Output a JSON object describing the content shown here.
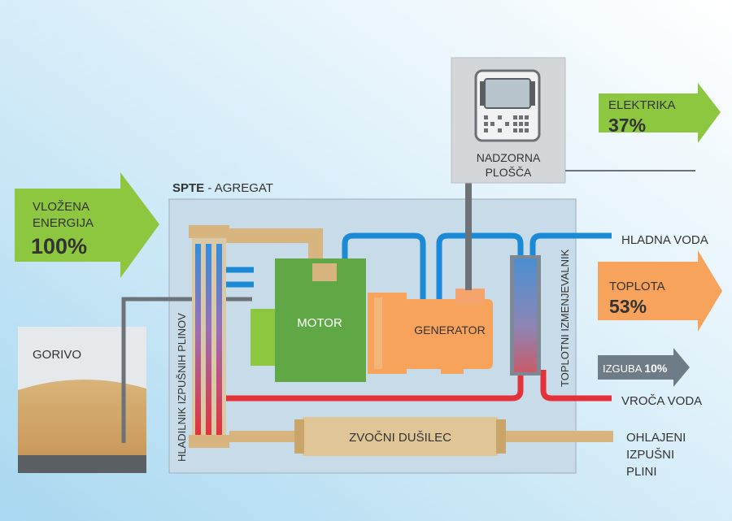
{
  "input": {
    "line1": "VLOŽENA",
    "line2": "ENERGIJA",
    "value": "100%"
  },
  "unit": {
    "prefix": "SPTE",
    "suffix": " - AGREGAT"
  },
  "control_panel": {
    "line1": "NADZORNA",
    "line2": "PLOŠČA"
  },
  "outputs": {
    "electricity": {
      "label": "ELEKTRIKA",
      "value": "37%"
    },
    "heat": {
      "label": "TOPLOTA",
      "value": "53%"
    },
    "loss": {
      "label": "IZGUBA ",
      "value": "10%"
    }
  },
  "components": {
    "fuel": "GORIVO",
    "motor": "MOTOR",
    "generator": "GENERATOR",
    "exhaust_cooler": "HLADILNIK IZPUŠNIH PLINOV",
    "heat_exchanger": "TOPLOTNI IZMENJEVALNIK",
    "silencer": "ZVOČNI DUŠILEC"
  },
  "streams": {
    "cold_water": "HLADNA VODA",
    "hot_water": "VROČA VODA",
    "exhaust_line1": "OHLAJENI",
    "exhaust_line2": "IZPUŠNI",
    "exhaust_line3": "PLINI"
  },
  "colors": {
    "bg_light": "#ffffff",
    "bg_blue": "#a9d8f0",
    "unit_box": "#c9dbe6",
    "green": "#8dc63f",
    "orange": "#f7a35c",
    "motor_green": "#5fa845",
    "exhaust_tan": "#d8b57e",
    "pipe_blue": "#1b8ad6",
    "pipe_red": "#e5323a",
    "pipe_gray": "#6d7278",
    "loss_gray": "#6e7c87"
  }
}
